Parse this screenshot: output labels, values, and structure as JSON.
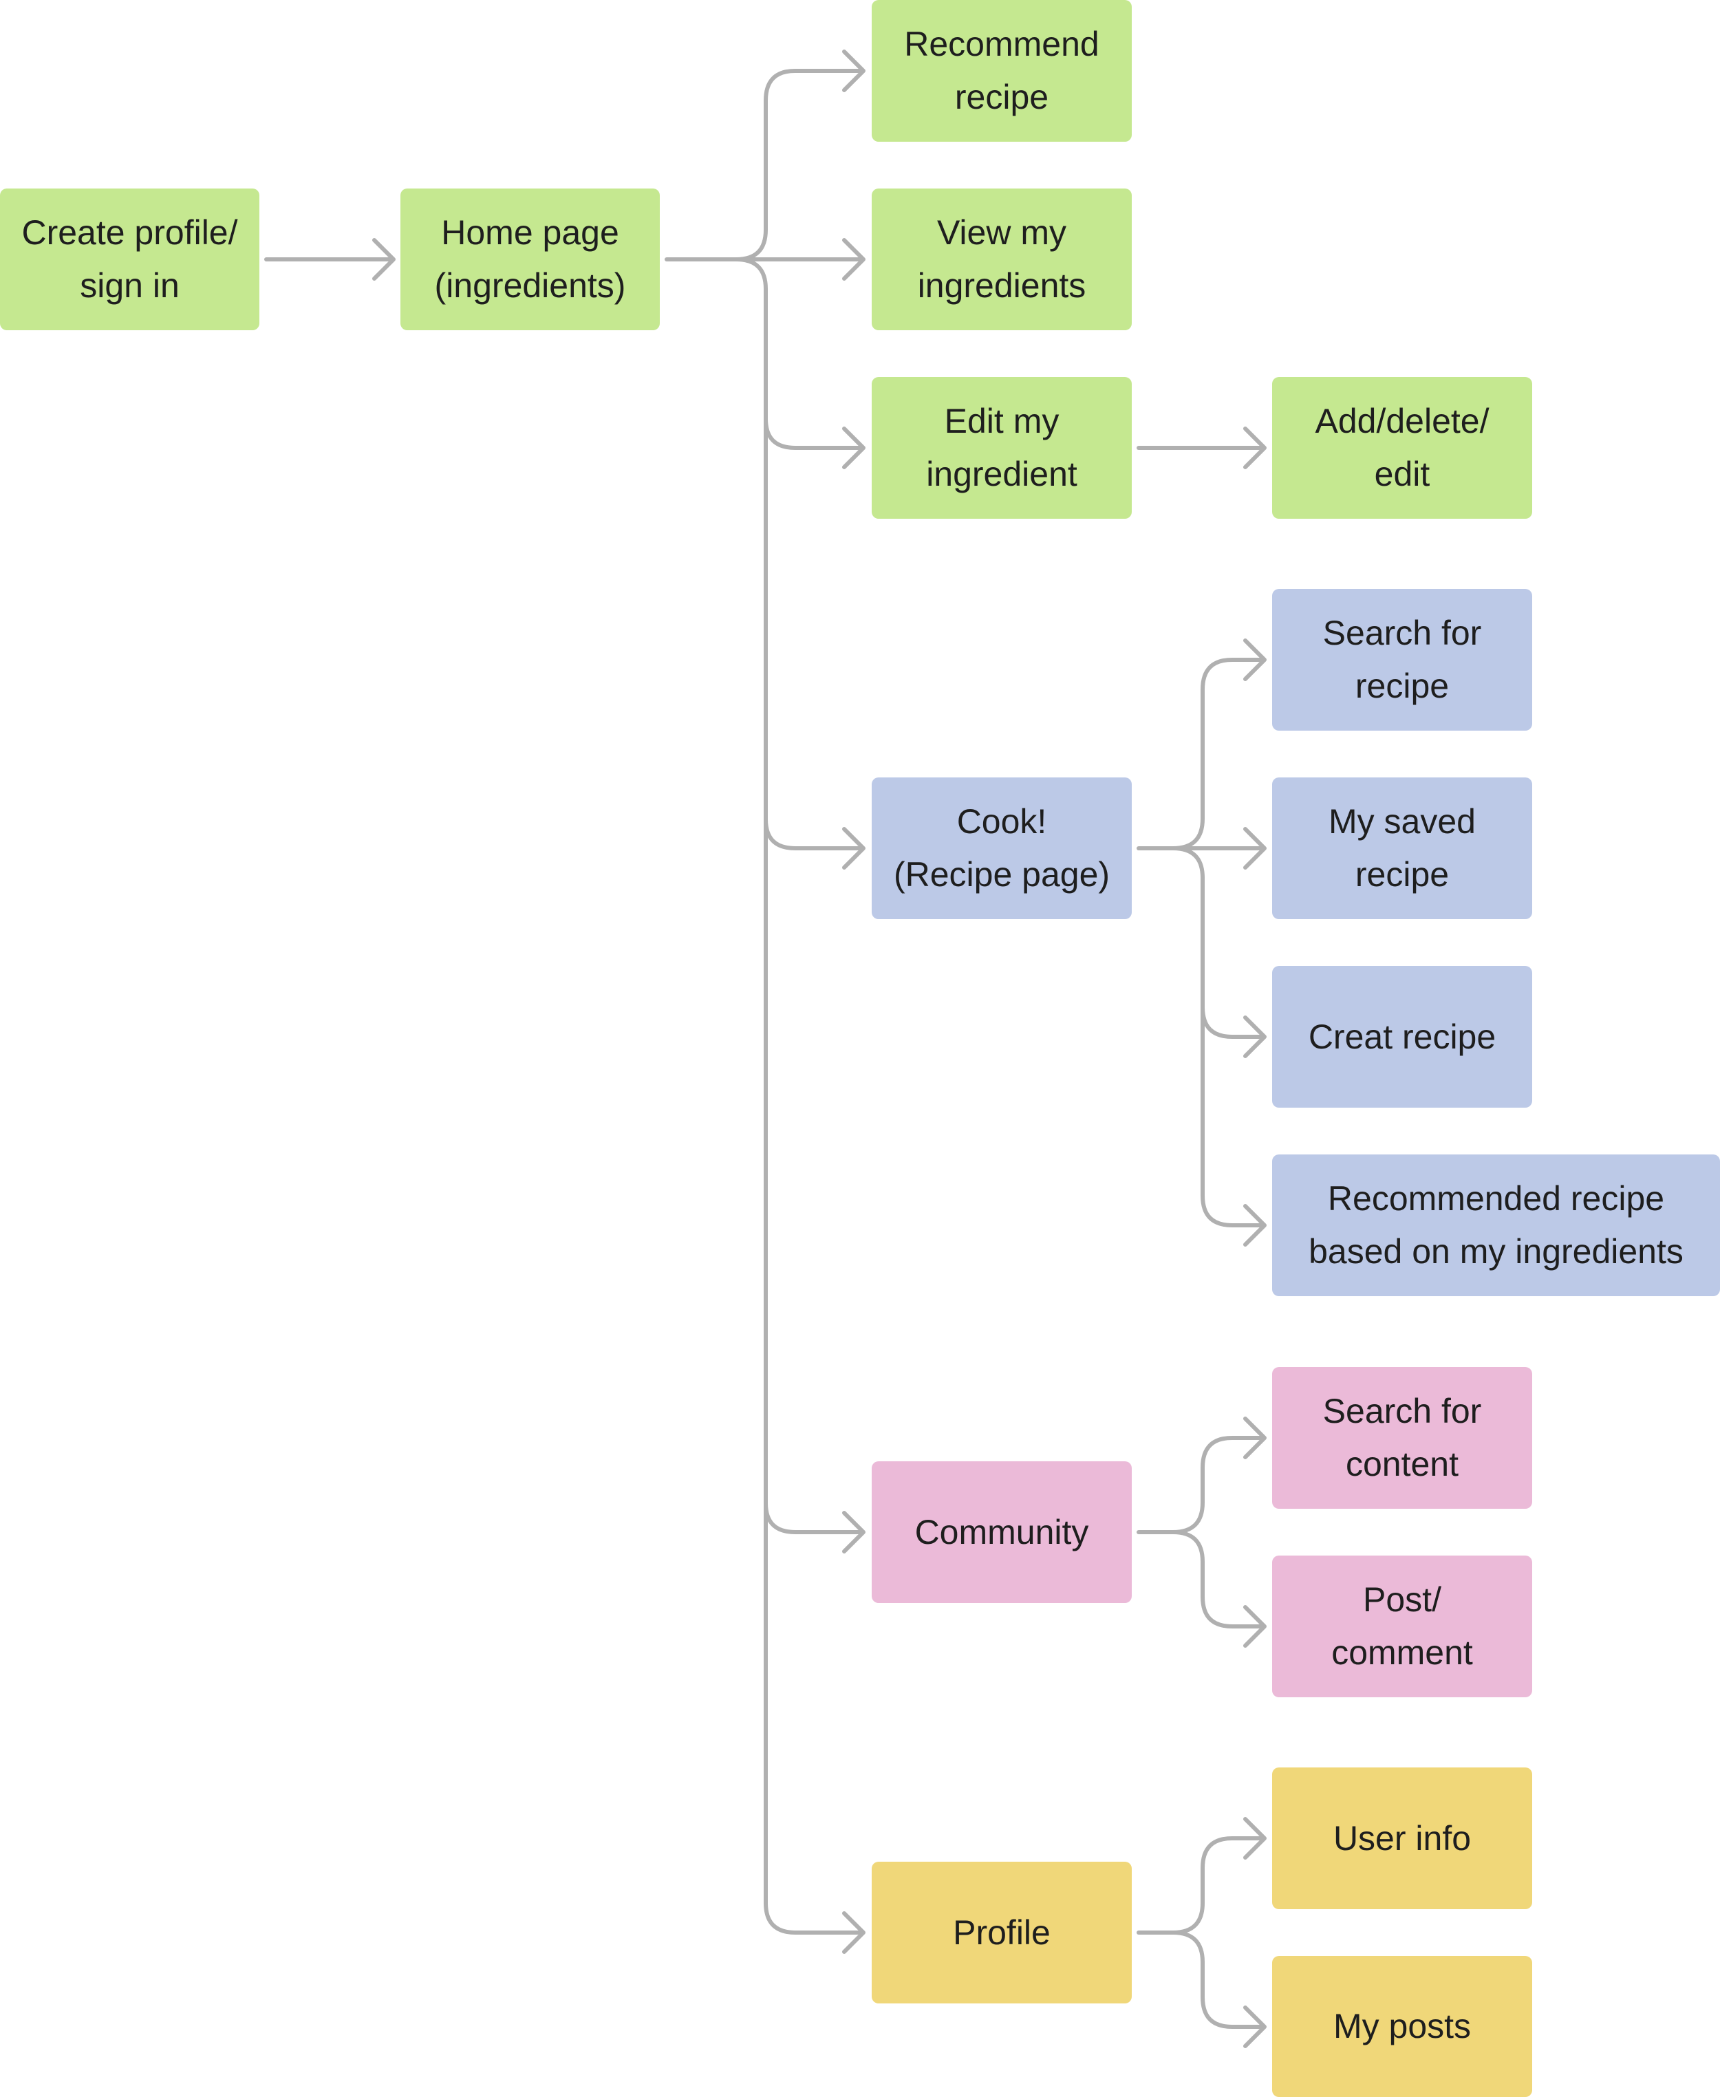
{
  "colors": {
    "green": "#c5e890",
    "blue": "#bcc9e7",
    "pink": "#ebbad8",
    "yellow": "#f0d779",
    "connector": "#b0b0b0",
    "text": "#1e1e1e"
  },
  "nodes": {
    "create_profile": "Create profile/\nsign in",
    "home_page": "Home page\n(ingredients)",
    "recommend_recipe": "Recommend\nrecipe",
    "view_ingredients": "View my\ningredients",
    "edit_ingredient": "Edit my\ningredient",
    "add_delete_edit": "Add/delete/\nedit",
    "cook": "Cook!\n(Recipe page)",
    "search_recipe": "Search for\nrecipe",
    "saved_recipe": "My saved\nrecipe",
    "creat_recipe": "Creat recipe",
    "recommended_based": "Recommended recipe\nbased on my ingredients",
    "community": "Community",
    "search_content": "Search for\ncontent",
    "post_comment": "Post/\ncomment",
    "profile": "Profile",
    "user_info": "User info",
    "my_posts": "My posts"
  }
}
